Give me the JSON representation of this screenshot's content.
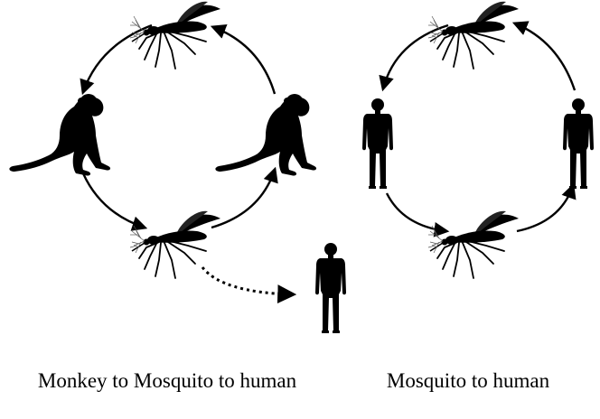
{
  "captions": {
    "left": "Monkey to Mosquito to human",
    "right": "Mosquito to human"
  },
  "colors": {
    "ink": "#000000",
    "background": "#ffffff"
  },
  "icons": [
    "mosquito-icon",
    "monkey-icon",
    "human-icon",
    "cycle-arrow",
    "dotted-transmission-arrow"
  ]
}
